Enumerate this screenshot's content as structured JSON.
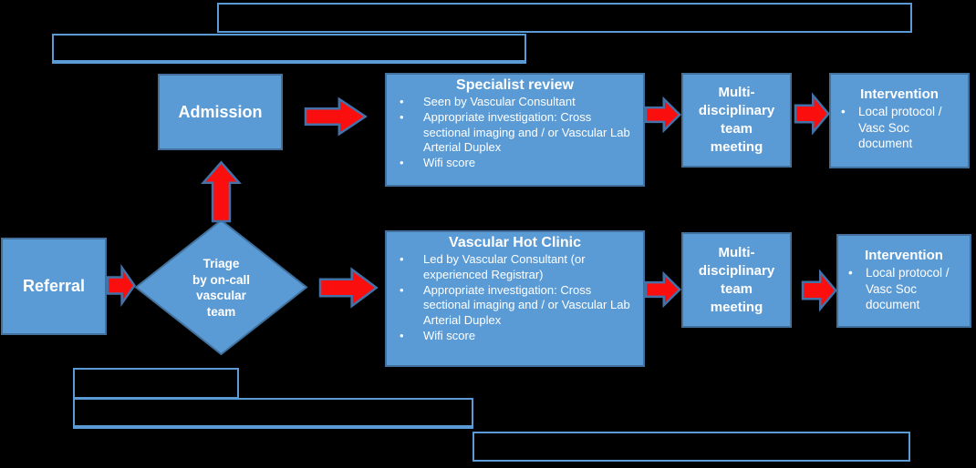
{
  "colors": {
    "background": "#000000",
    "shape_fill": "#5B9BD5",
    "shape_border": "#41719C",
    "outline_box_border": "#5B9BD5",
    "arrow_fill": "#FB0E0E",
    "arrow_border": "#4472A8",
    "text": "#FFFFFF"
  },
  "nodes": {
    "referral": {
      "label": "Referral"
    },
    "triage": {
      "label": "Triage by on-call vascular team",
      "lines": [
        "Triage",
        "by on-call",
        "vascular",
        "team"
      ]
    },
    "admission": {
      "label": "Admission"
    },
    "specialist_review": {
      "title": "Specialist review",
      "bullets": [
        "Seen by Vascular Consultant",
        "Appropriate investigation: Cross sectional imaging and / or Vascular Lab Arterial Duplex",
        "Wifi score"
      ]
    },
    "vascular_hot_clinic": {
      "title": "Vascular Hot Clinic",
      "bullets": [
        "Led by Vascular Consultant (or experienced Registrar)",
        "Appropriate investigation: Cross sectional imaging and / or Vascular Lab Arterial Duplex",
        "Wifi score"
      ]
    },
    "mdt_top": {
      "label": "Multi-disciplinary team meeting",
      "lines": [
        "Multi-",
        "disciplinary",
        "team",
        "meeting"
      ]
    },
    "mdt_bottom": {
      "label": "Multi-disciplinary team meeting",
      "lines": [
        "Multi-",
        "disciplinary",
        "team",
        "meeting"
      ]
    },
    "intervention_top": {
      "title": "Intervention",
      "bullets": [
        "Local protocol / Vasc Soc document"
      ]
    },
    "intervention_bottom": {
      "title": "Intervention",
      "bullets": [
        "Local protocol / Vasc Soc document"
      ]
    }
  }
}
